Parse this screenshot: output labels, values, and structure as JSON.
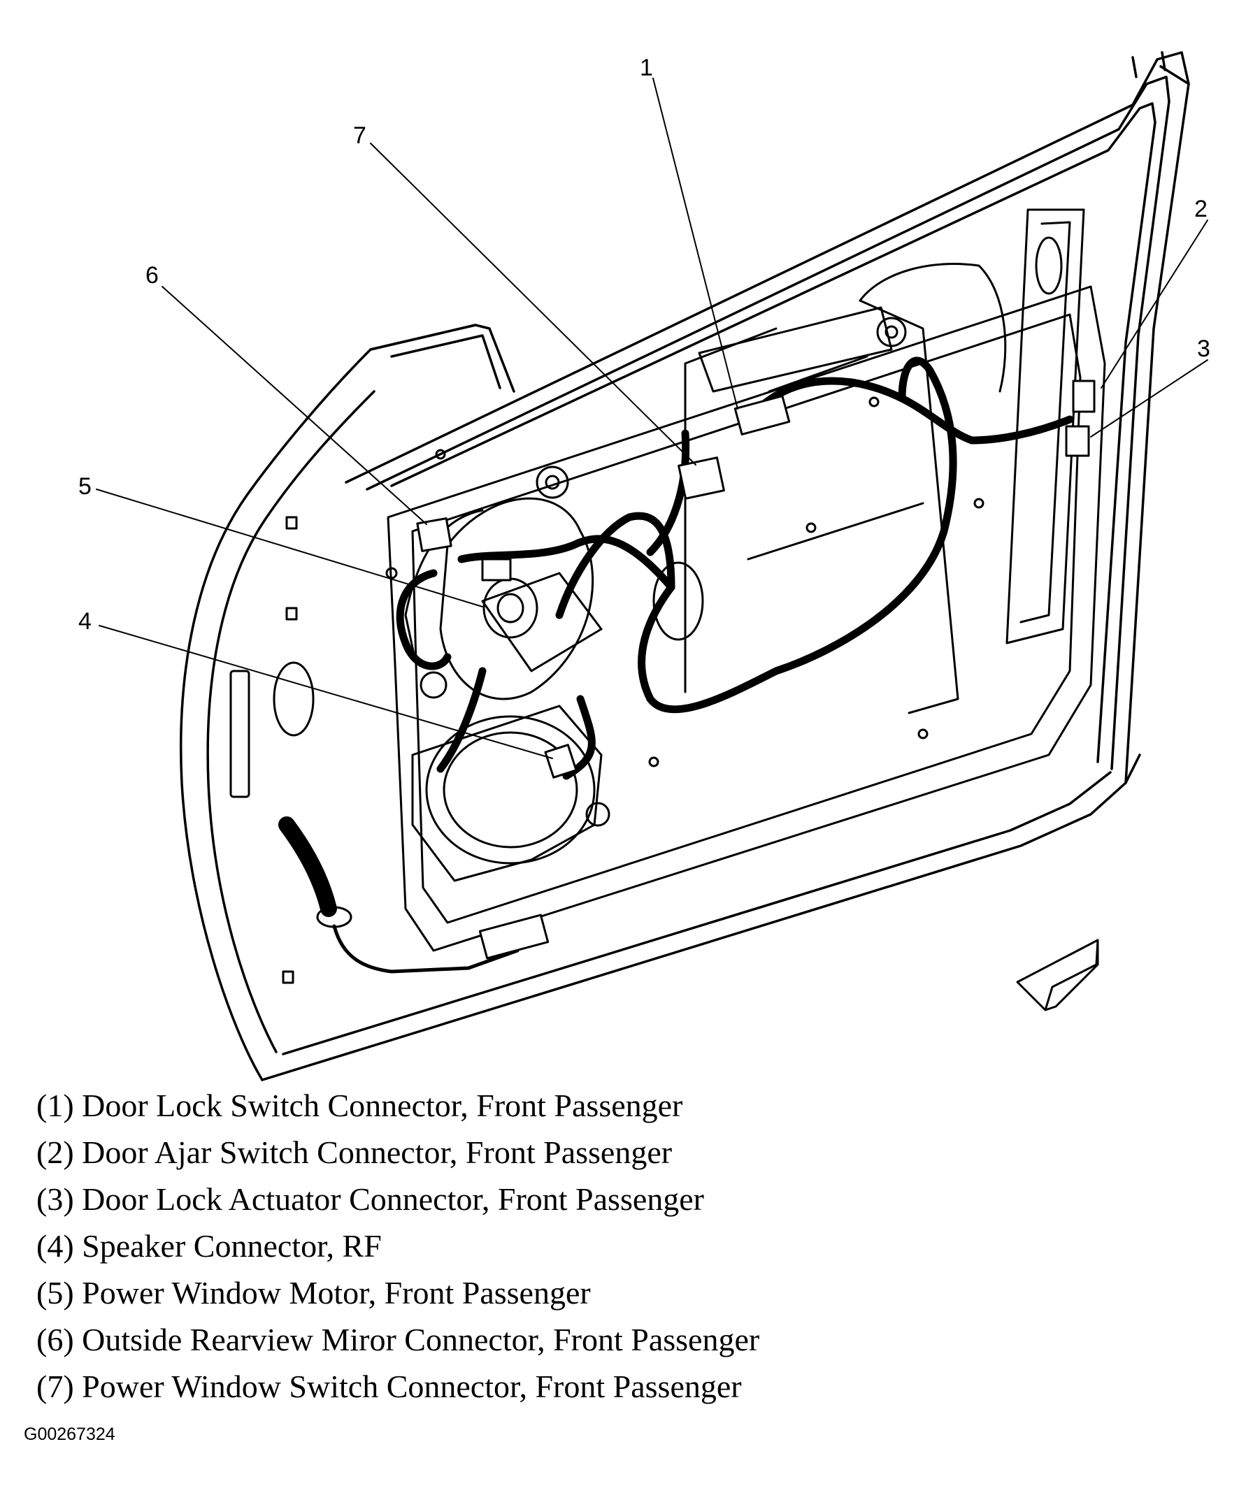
{
  "callouts": [
    "1",
    "2",
    "3",
    "4",
    "5",
    "6",
    "7"
  ],
  "legend": [
    "(1) Door Lock Switch Connector, Front Passenger",
    "(2) Door Ajar Switch Connector, Front Passenger",
    "(3) Door Lock Actuator Connector, Front Passenger",
    "(4) Speaker Connector, RF",
    "(5) Power Window Motor, Front Passenger",
    "(6) Outside Rearview Miror Connector, Front Passenger",
    "(7) Power Window Switch Connector, Front Passenger"
  ],
  "figure_id": "G00267324"
}
